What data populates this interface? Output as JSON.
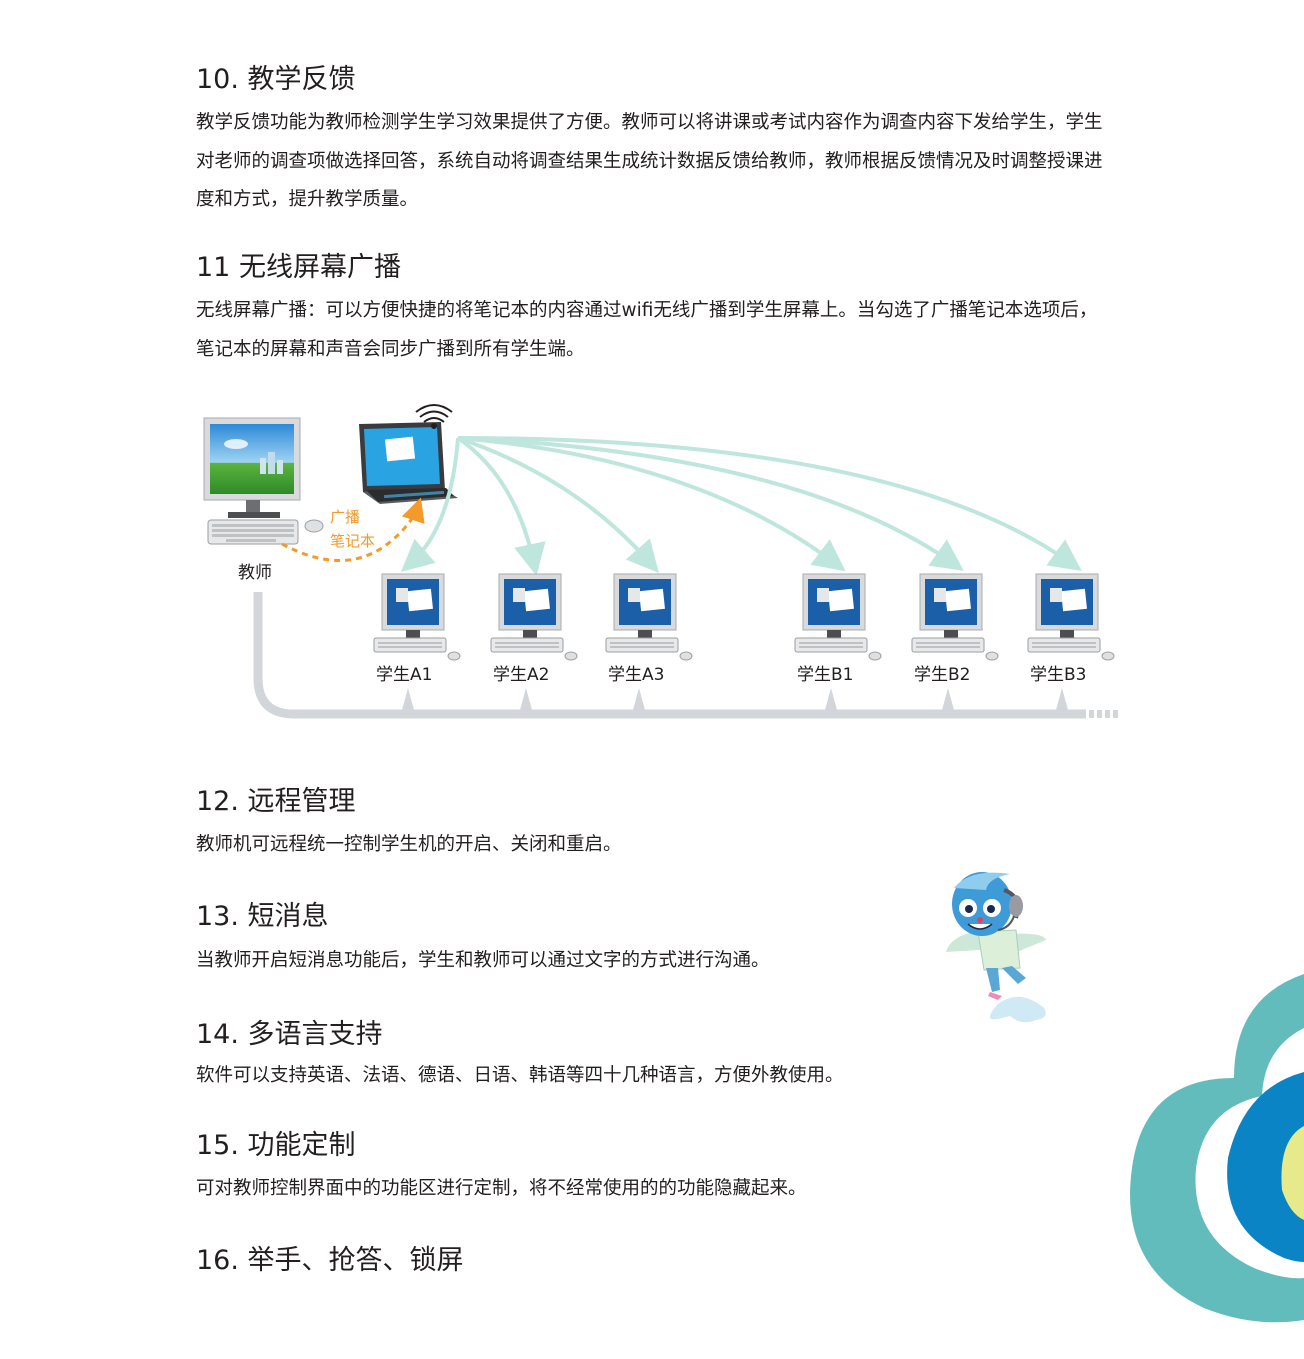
{
  "sections": [
    {
      "title": "10.  教学反馈",
      "body": "教学反馈功能为教师检测学生学习效果提供了方便。教师可以将讲课或考试内容作为调查内容下发给学生，学生对老师的调查项做选择回答，系统自动将调查结果生成统计数据反馈给教师，教师根据反馈情况及时调整授课进度和方式，提升教学质量。"
    },
    {
      "title": "11  无线屏幕广播",
      "body": "无线屏幕广播：可以方便快捷的将笔记本的内容通过wifi无线广播到学生屏幕上。当勾选了广播笔记本选项后，笔记本的屏幕和声音会同步广播到所有学生端。"
    },
    {
      "title": "12.  远程管理",
      "body": "教师机可远程统一控制学生机的开启、关闭和重启。"
    },
    {
      "title": "13.  短消息",
      "body": "当教师开启短消息功能后，学生和教师可以通过文字的方式进行沟通。"
    },
    {
      "title": "14.  多语言支持",
      "body": "软件可以支持英语、法语、德语、日语、韩语等四十几种语言，方便外教使用。"
    },
    {
      "title": "15.  功能定制",
      "body": "可对教师控制界面中的功能区进行定制，将不经常使用的的功能隐藏起来。"
    },
    {
      "title": "16.  举手、抢答、锁屏",
      "body": ""
    }
  ],
  "diagram": {
    "teacher_label": "教师",
    "broadcast_label_line1": "广播",
    "broadcast_label_line2": "笔记本",
    "students": [
      "学生A1",
      "学生A2",
      "学生A3",
      "学生B1",
      "学生B2",
      "学生B3"
    ],
    "colors": {
      "arrow": "#bfe6dc",
      "broadcast": "#f39a2a",
      "bus": "#d2d5da",
      "screen": "#1b5fa8"
    }
  },
  "decor": {
    "cloud_colors": [
      "#62bcbc",
      "#0a84c4",
      "#e6ea8a"
    ],
    "icons": [
      "desktop-computer-icon",
      "laptop-icon",
      "wifi-icon",
      "mascot-icon",
      "cloud-icon"
    ]
  }
}
